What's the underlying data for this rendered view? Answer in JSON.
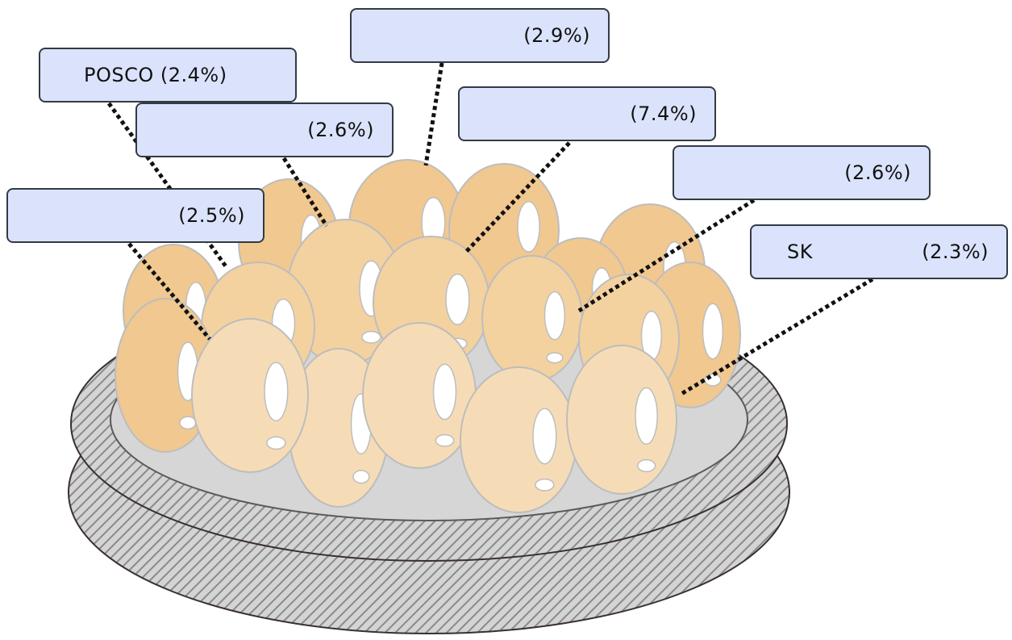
{
  "colors": {
    "egg_front": "#f6dcb6",
    "egg_mid": "#f3d2a0",
    "egg_back": "#f0c890",
    "egg_stroke": "#bdbdbd",
    "plate_fill": "#d6d6d6",
    "plate_hatch": "#8a8a8a",
    "plate_edge": "#3a2f2f",
    "label_fill": "#dbe3fc",
    "label_border": "#333a44",
    "leader_line": "#111111"
  },
  "labels": [
    {
      "name": "",
      "pct": "(2.9%)"
    },
    {
      "name": "POSCO",
      "pct": "(2.4%)"
    },
    {
      "name": "",
      "pct": "(2.6%)"
    },
    {
      "name": "",
      "pct": "(7.4%)"
    },
    {
      "name": "",
      "pct": "(2.6%)"
    },
    {
      "name": "",
      "pct": "(2.5%)"
    },
    {
      "name": "SK",
      "pct": "(2.3%)"
    }
  ]
}
